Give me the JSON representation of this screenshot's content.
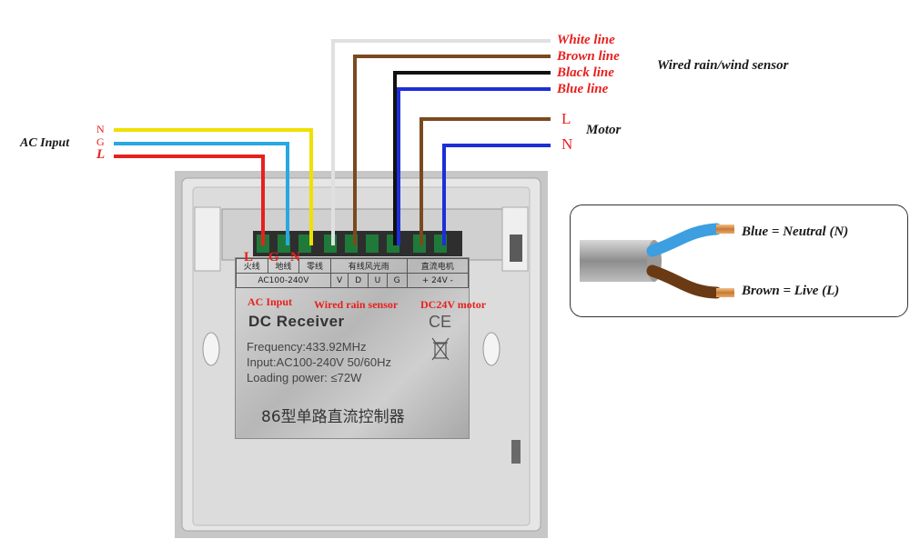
{
  "ac_input": {
    "label": "AC Input",
    "terminals": [
      "N",
      "G",
      "L"
    ]
  },
  "sensor_wires": [
    {
      "label": "White line",
      "color": "#e0e0e0"
    },
    {
      "label": "Brown line",
      "color": "#7a4a1e"
    },
    {
      "label": "Black line",
      "color": "#111111"
    },
    {
      "label": "Blue line",
      "color": "#1c2fd8"
    }
  ],
  "sensor_title": "Wired rain/wind sensor",
  "motor": {
    "title": "Motor",
    "terminals": [
      "L",
      "N"
    ]
  },
  "module_terminals": {
    "L": "L",
    "G": "G",
    "N": "N"
  },
  "plate": {
    "row1": [
      "火线",
      "地线",
      "零线",
      "有线风光雨",
      "直流电机"
    ],
    "row2": [
      "AC100-240V",
      "V",
      "D",
      "U",
      "G",
      "+ 24V -"
    ],
    "title": "DC Receiver",
    "frequency": "Frequency:433.92MHz",
    "input": "Input:AC100-240V 50/60Hz",
    "loading": "Loading power: ≤72W",
    "product_name": "86型单路直流控制器",
    "ce_mark": "CE"
  },
  "plate_captions": {
    "ac_input": "AC Input",
    "rain_sensor": "Wired rain sensor",
    "motor": "DC24V motor"
  },
  "cable_legend": {
    "blue": "Blue = Neutral (N)",
    "brown": "Brown = Live (L)"
  },
  "colors": {
    "red": "#e8201e",
    "yellow": "#f0e000",
    "cyan": "#29a8e0",
    "blue": "#1c2fd8",
    "brown": "#7a4a1e"
  }
}
